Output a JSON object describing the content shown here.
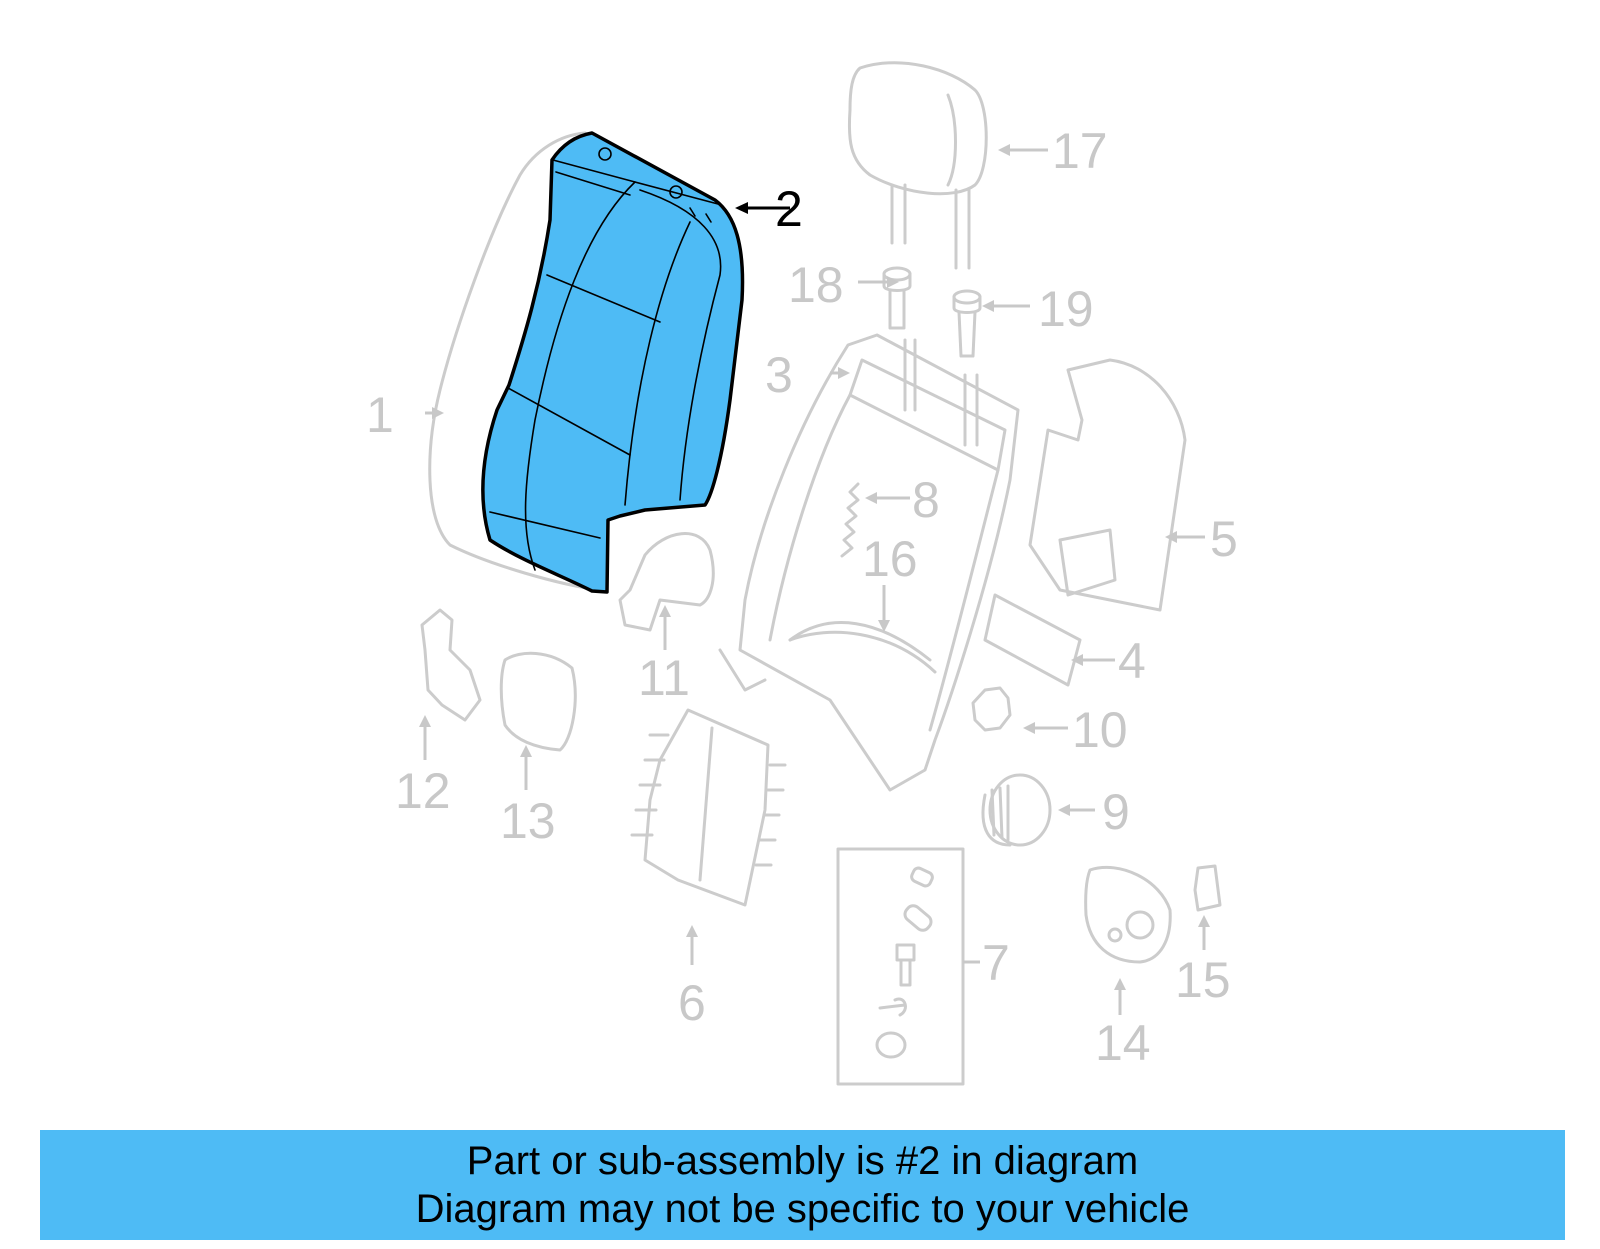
{
  "diagram": {
    "highlight_color": "#4ebbf5",
    "highlighted_part": "2",
    "callouts": [
      "1",
      "2",
      "3",
      "4",
      "5",
      "6",
      "7",
      "8",
      "9",
      "10",
      "11",
      "12",
      "13",
      "14",
      "15",
      "16",
      "17",
      "18",
      "19"
    ]
  },
  "banner": {
    "line1": "Part or sub-assembly is #2 in diagram",
    "line2": "Diagram may not be specific to your vehicle"
  }
}
